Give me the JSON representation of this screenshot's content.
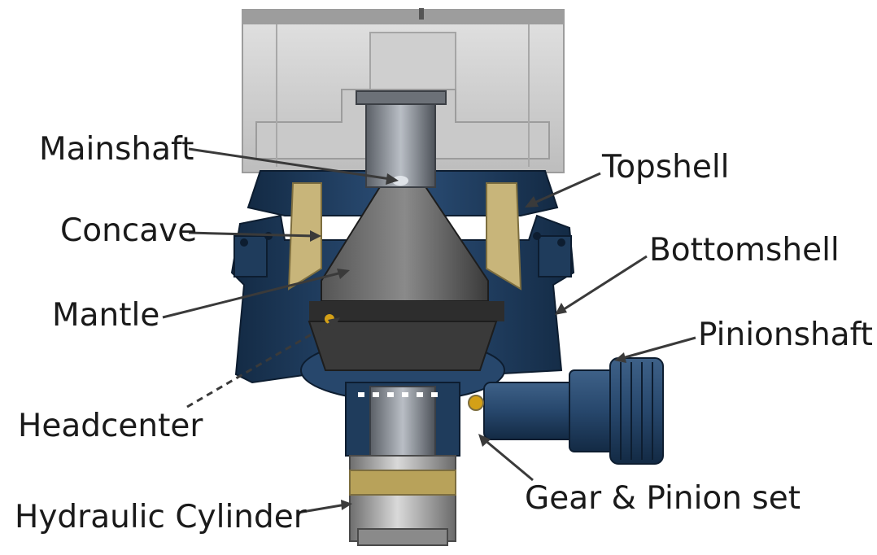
{
  "colors": {
    "housing_blue": "#1f3c5c",
    "housing_blue_dark": "#132a44",
    "housing_blue_light": "#3e6188",
    "frame_light_gray": "#d4d4d4",
    "frame_mid_gray": "#b7b7b7",
    "mantle_dark": "#2d2d2d",
    "steel_gray": "#8e8e8e",
    "brass_yellow": "#b8a25a",
    "label_text": "#1a1a1a",
    "leader_line": "#3a3a3a"
  },
  "labels": {
    "mainshaft": "Mainshaft",
    "topshell": "Topshell",
    "concave": "Concave",
    "bottomshell": "Bottomshell",
    "mantle": "Mantle",
    "pinionshaft": "Pinionshaft",
    "headcenter": "Headcenter",
    "hydraulic_cylinder": "Hydraulic Cylinder",
    "gear_pinion_set": "Gear & Pinion set"
  }
}
